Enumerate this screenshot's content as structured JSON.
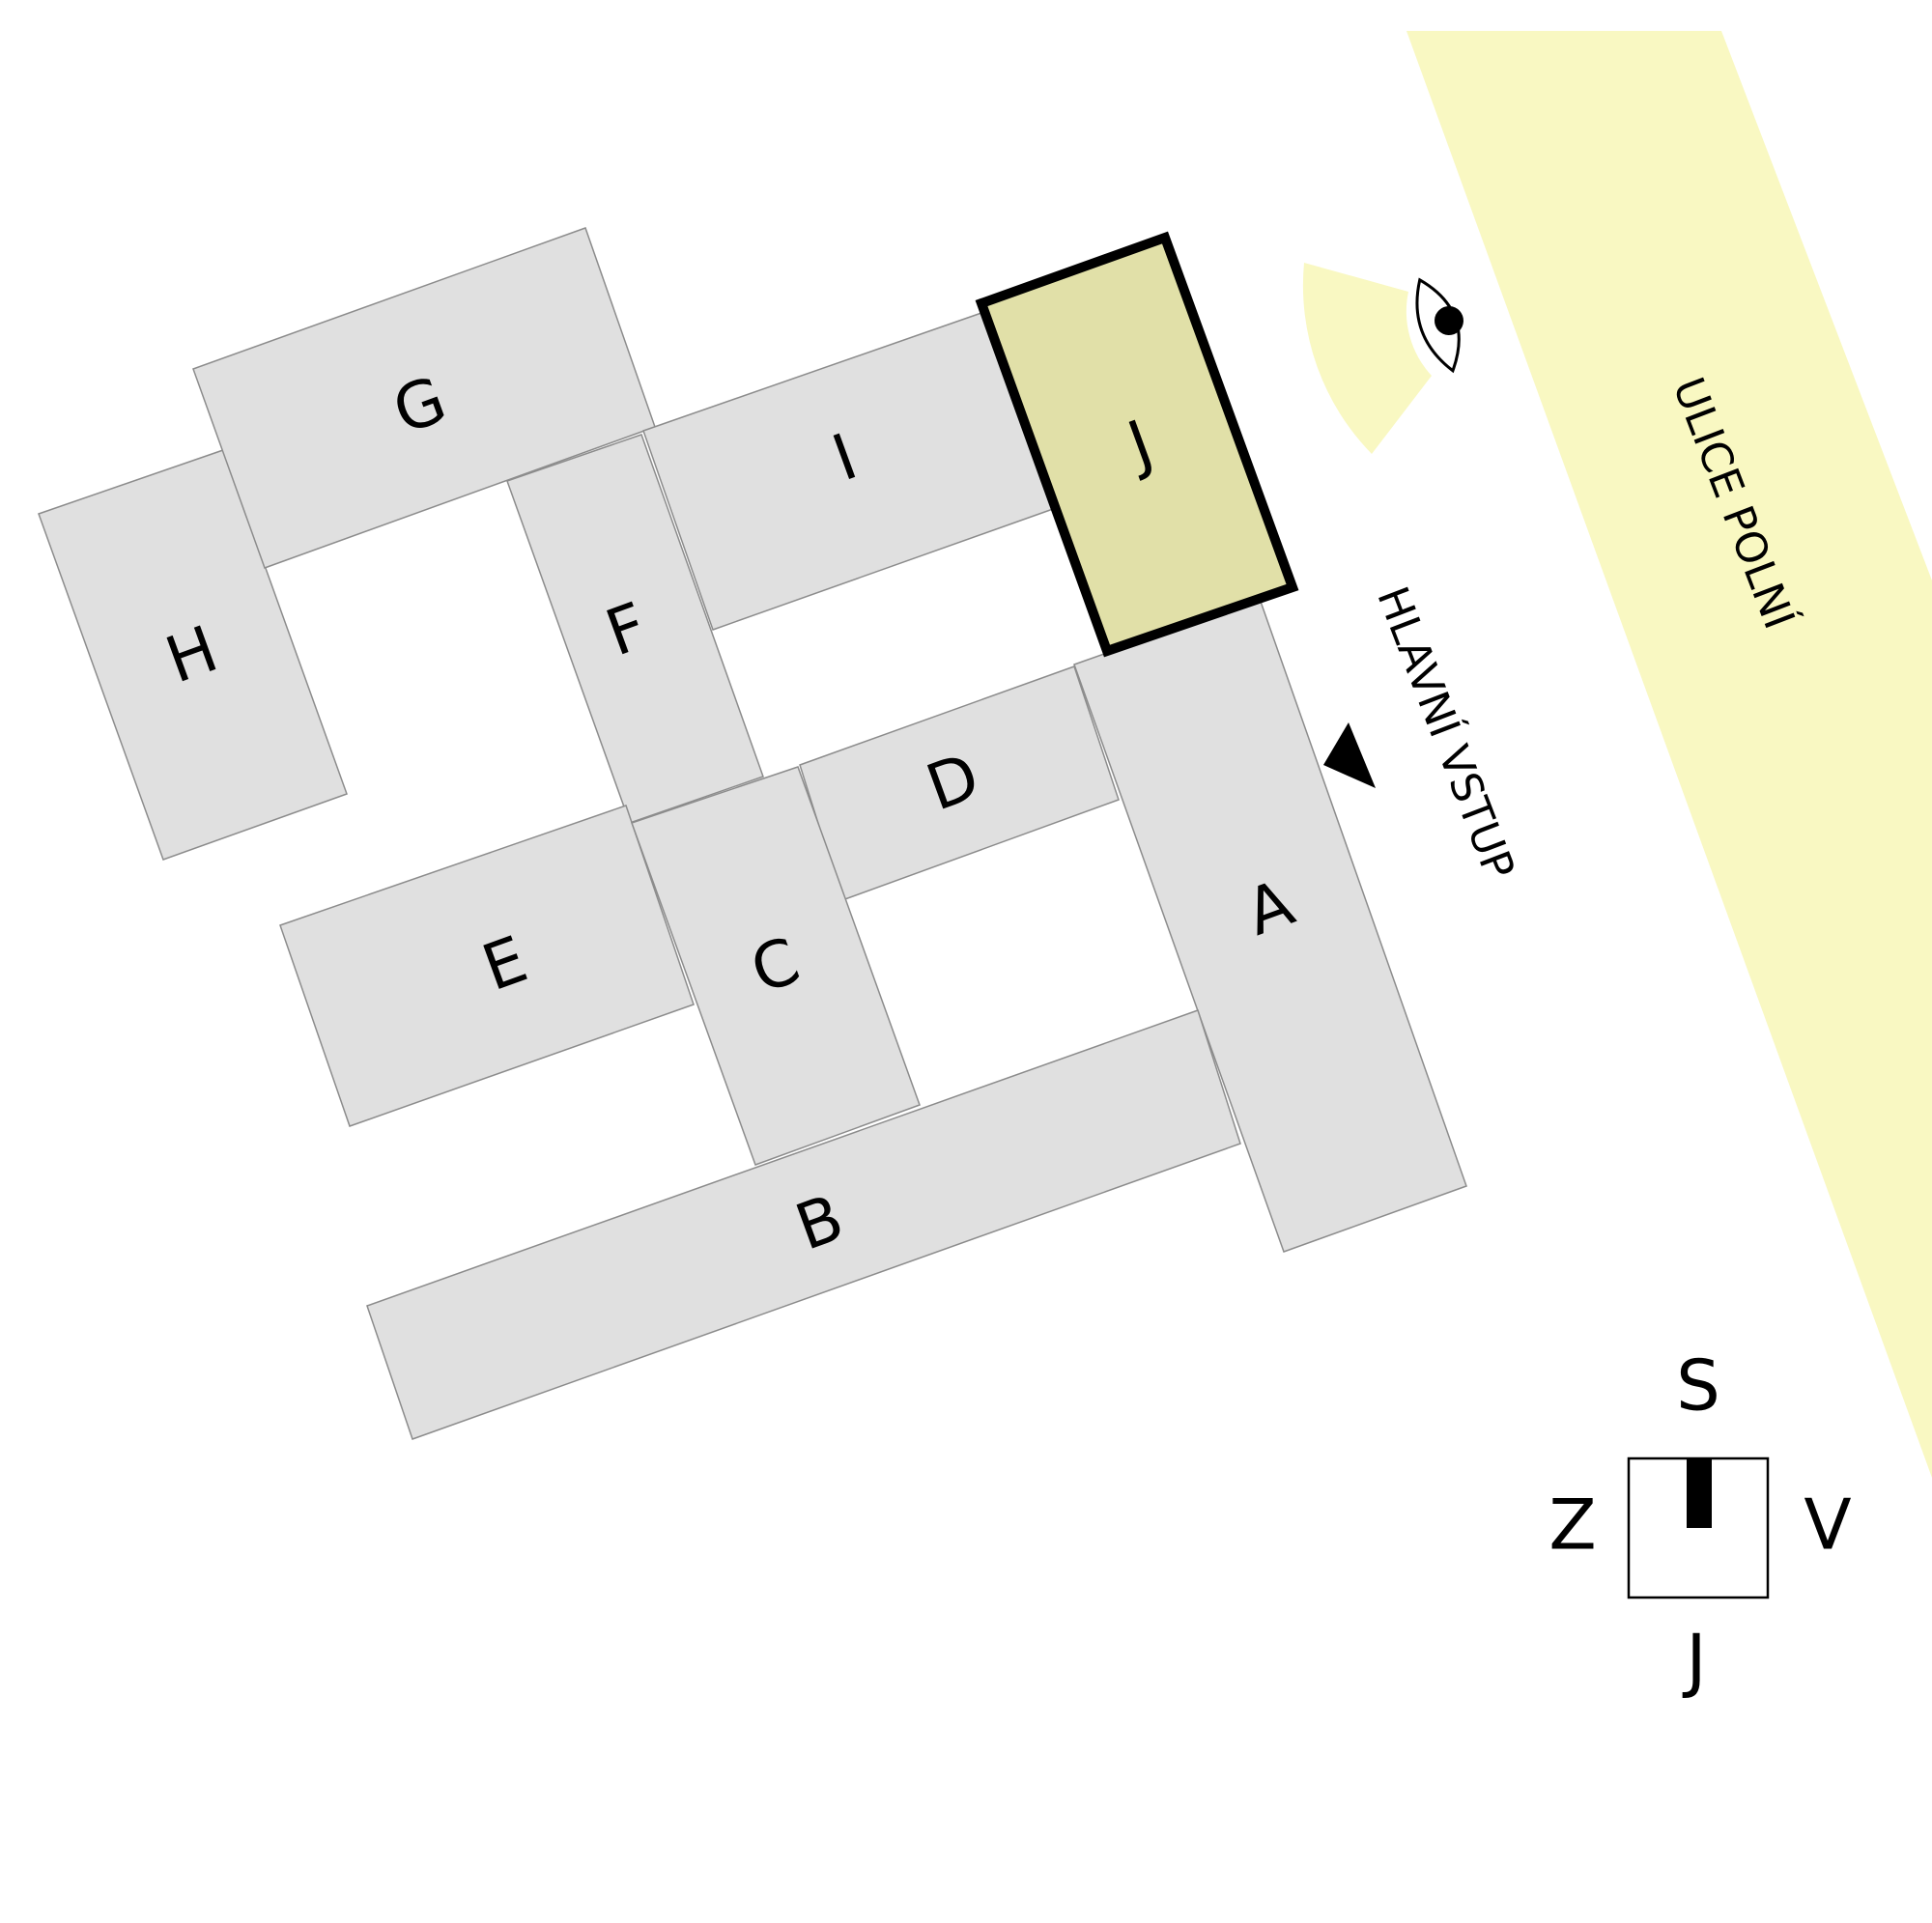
{
  "map": {
    "street_label": "ULICE POLNÍ",
    "entrance_label": "HLAVNÍ VSTUP",
    "buildings": [
      {
        "id": "A",
        "label": "A"
      },
      {
        "id": "B",
        "label": "B"
      },
      {
        "id": "C",
        "label": "C"
      },
      {
        "id": "D",
        "label": "D"
      },
      {
        "id": "E",
        "label": "E"
      },
      {
        "id": "F",
        "label": "F"
      },
      {
        "id": "G",
        "label": "G"
      },
      {
        "id": "H",
        "label": "H"
      },
      {
        "id": "I",
        "label": "I"
      },
      {
        "id": "J",
        "label": "J",
        "highlighted": true
      }
    ],
    "compass": {
      "north": "S",
      "south": "J",
      "east": "V",
      "west": "Z"
    },
    "icons": {
      "viewpoint": "eye-icon",
      "entrance": "entrance-arrow-icon"
    },
    "colors": {
      "building_fill": "#e0e0e0",
      "highlight_fill": "#e1e0a8",
      "street_fill": "#f9f8c2",
      "view_cone_fill": "#f9f8c2"
    }
  }
}
